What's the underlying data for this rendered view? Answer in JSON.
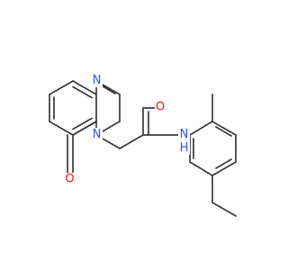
{
  "atom_labels": {
    "n_ring_top": "N",
    "n_ring_bottom": "N",
    "o_carbonyl_ring": "O",
    "o_amide": "O",
    "nh_amide": "N",
    "h_amide": "H"
  },
  "colors": {
    "bond": "#3a3a3a",
    "nitrogen": "#3050f8",
    "oxygen": "#ff0d0d"
  }
}
